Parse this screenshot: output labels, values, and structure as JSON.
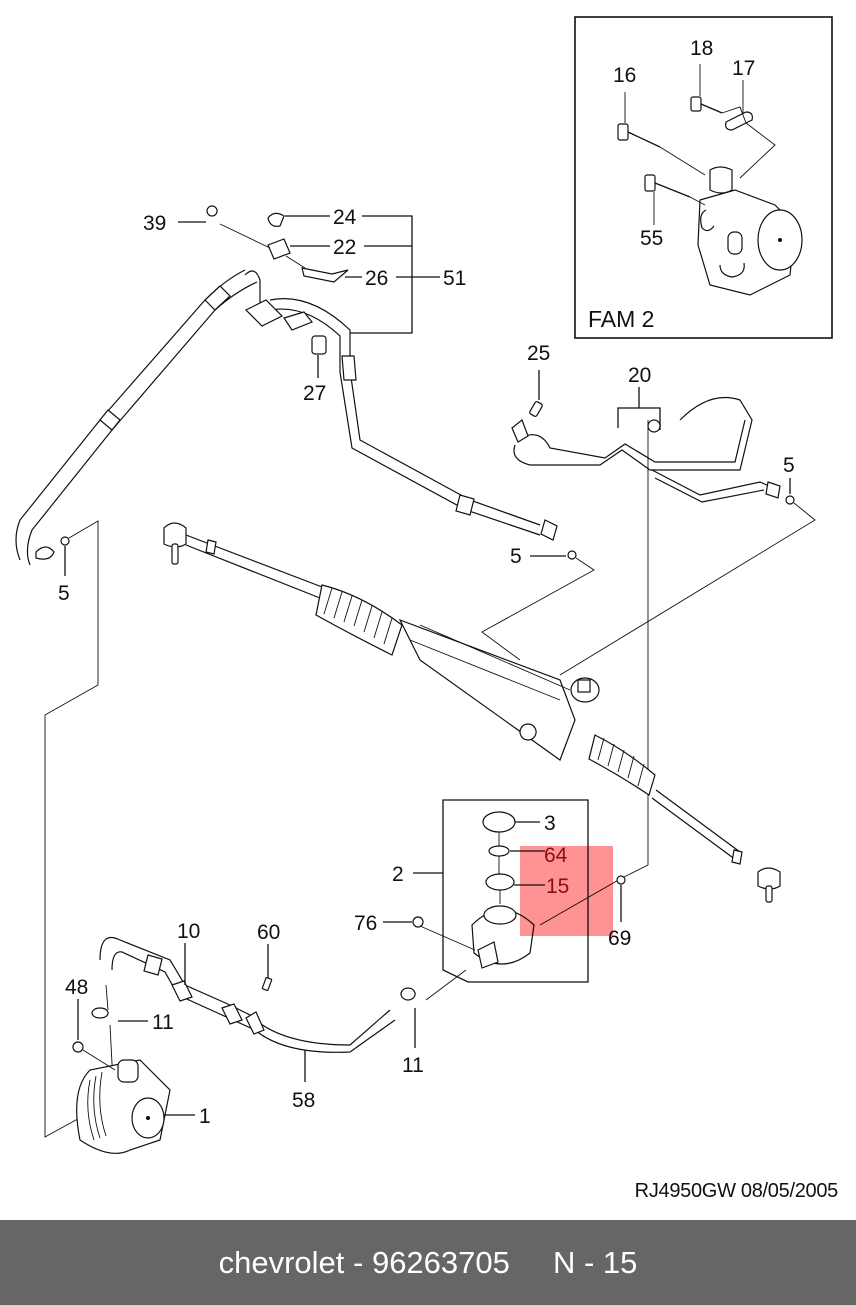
{
  "diagram": {
    "title": "Power steering system parts diagram",
    "inset": {
      "label": "FAM 2",
      "callouts": [
        "16",
        "18",
        "17",
        "55"
      ]
    },
    "callouts": {
      "c39": "39",
      "c24": "24",
      "c22": "22",
      "c26": "26",
      "c51": "51",
      "c27": "27",
      "c25": "25",
      "c20": "20",
      "c5a": "5",
      "c5b": "5",
      "c5c": "5",
      "c3": "3",
      "c64": "64",
      "c15": "15",
      "c2": "2",
      "c69": "69",
      "c76": "76",
      "c10": "10",
      "c60": "60",
      "c48": "48",
      "c11a": "11",
      "c11b": "11",
      "c58": "58",
      "c1": "1"
    },
    "highlight": {
      "part_numbers": [
        "64",
        "15"
      ],
      "color": "#ff8080"
    }
  },
  "doc_ref": "RJ4950GW  08/05/2005",
  "footer": {
    "brand": "chevrolet",
    "separator": " - ",
    "part_number": "96263705",
    "page": "N - 15",
    "background": "#666666"
  }
}
